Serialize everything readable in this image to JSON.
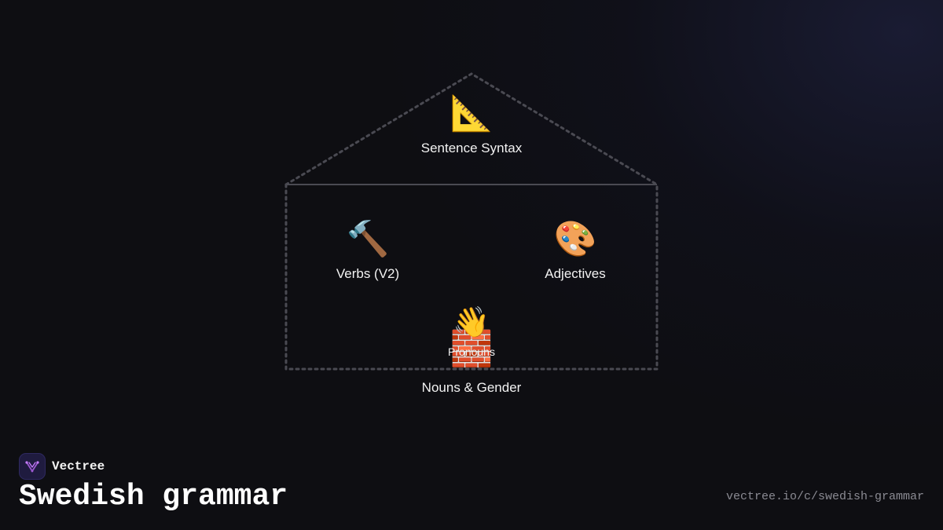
{
  "nodes": {
    "roof": {
      "label": "Sentence Syntax",
      "icon": "triangular-ruler-icon",
      "emoji": "📐"
    },
    "left": {
      "label": "Verbs (V2)",
      "icon": "hammer-icon",
      "emoji": "🔨"
    },
    "right": {
      "label": "Adjectives",
      "icon": "artist-palette-icon",
      "emoji": "🎨"
    },
    "pronouns": {
      "label": "Pronouns",
      "icon": "waving-hand-icon",
      "emoji": "👋"
    },
    "foundation": {
      "label": "Nouns & Gender",
      "icon": "brick-icon",
      "emoji": "🧱"
    }
  },
  "brand": {
    "name": "Vectree",
    "logo_color": "#9b59d0"
  },
  "title": "Swedish grammar",
  "url": "vectree.io/c/swedish-grammar"
}
